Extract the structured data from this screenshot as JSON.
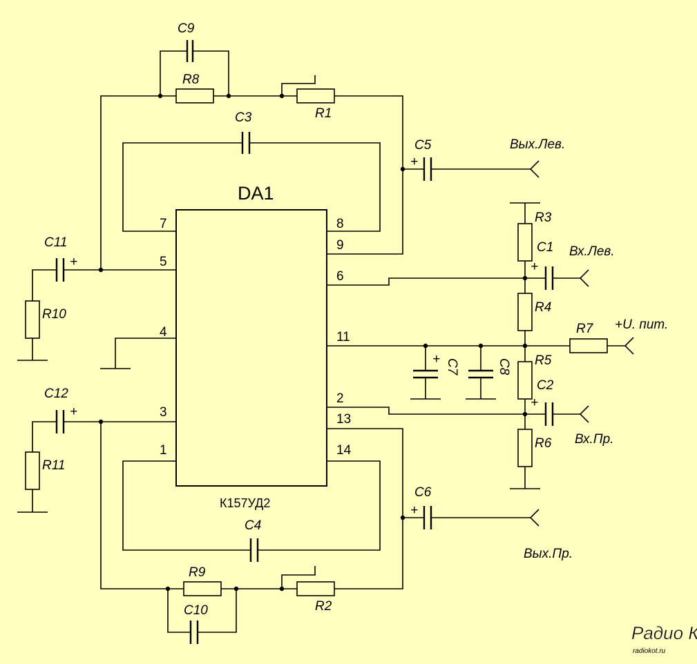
{
  "chip": {
    "designator": "DA1",
    "part_number": "К157УД2",
    "pins_left": [
      "7",
      "5",
      "4",
      "3",
      "1"
    ],
    "pins_right": [
      "8",
      "9",
      "6",
      "11",
      "2",
      "13",
      "14"
    ]
  },
  "components": {
    "resistors": [
      "R1",
      "R2",
      "R3",
      "R4",
      "R5",
      "R6",
      "R7",
      "R8",
      "R9",
      "R10",
      "R11"
    ],
    "capacitors": [
      "C1",
      "C2",
      "C3",
      "C4",
      "C5",
      "C6",
      "C7",
      "C8",
      "C9",
      "C10",
      "C11",
      "C12"
    ]
  },
  "terminals": {
    "out_left": "Вых.Лев.",
    "in_left": "Вх.Лев.",
    "power": "+U. пит.",
    "in_right": "Вх.Пр.",
    "out_right": "Вых.Пр."
  },
  "polarity_mark": "+",
  "watermark": {
    "logo": "Радио КОТ",
    "site": "radiokot.ru"
  },
  "colors": {
    "background": "#FFFFC0",
    "lines": "#000000"
  }
}
